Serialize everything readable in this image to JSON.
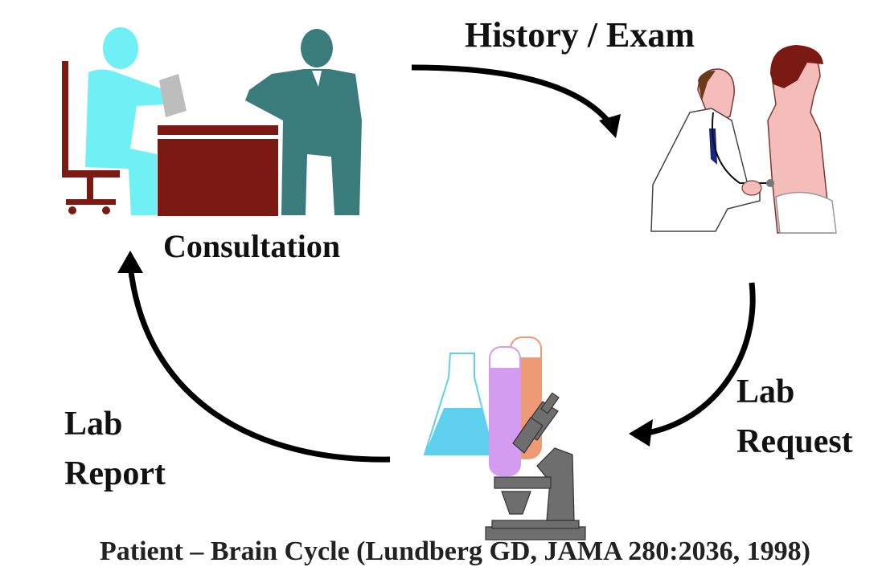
{
  "diagram": {
    "type": "cycle",
    "nodes": [
      {
        "id": "consultation",
        "label": "Consultation",
        "icon": "consultation-icon"
      },
      {
        "id": "history_exam",
        "label": "History / Exam",
        "icon": "doctor-exam-icon"
      },
      {
        "id": "lab",
        "label": "",
        "icon": "lab-microscope-icon"
      }
    ],
    "edges": [
      {
        "from": "consultation",
        "to": "history_exam",
        "label": "History / Exam"
      },
      {
        "from": "history_exam",
        "to": "lab",
        "label_lines": [
          "Lab",
          "Request"
        ]
      },
      {
        "from": "lab",
        "to": "consultation",
        "label_lines": [
          "Lab",
          "Report"
        ]
      }
    ]
  },
  "labels": {
    "history_exam": "History / Exam",
    "consultation": "Consultation",
    "lab_request_1": "Lab",
    "lab_request_2": "Request",
    "lab_report_1": "Lab",
    "lab_report_2": "Report",
    "footer_partial": "Patient – Brain Cycle (Lundberg GD, JAMA 280:2036, 1998)"
  },
  "colors": {
    "arrow": "#000000",
    "patient_seated": "#6ff0f4",
    "doctor_seated": "#3a7b7b",
    "desk": "#7a1a12",
    "skin": "#f4bdb9",
    "flask_liquid": "#5fcfee",
    "tube_purple": "#d39cf0",
    "tube_orange": "#ee9a75",
    "microscope": "#6e6e6e"
  }
}
